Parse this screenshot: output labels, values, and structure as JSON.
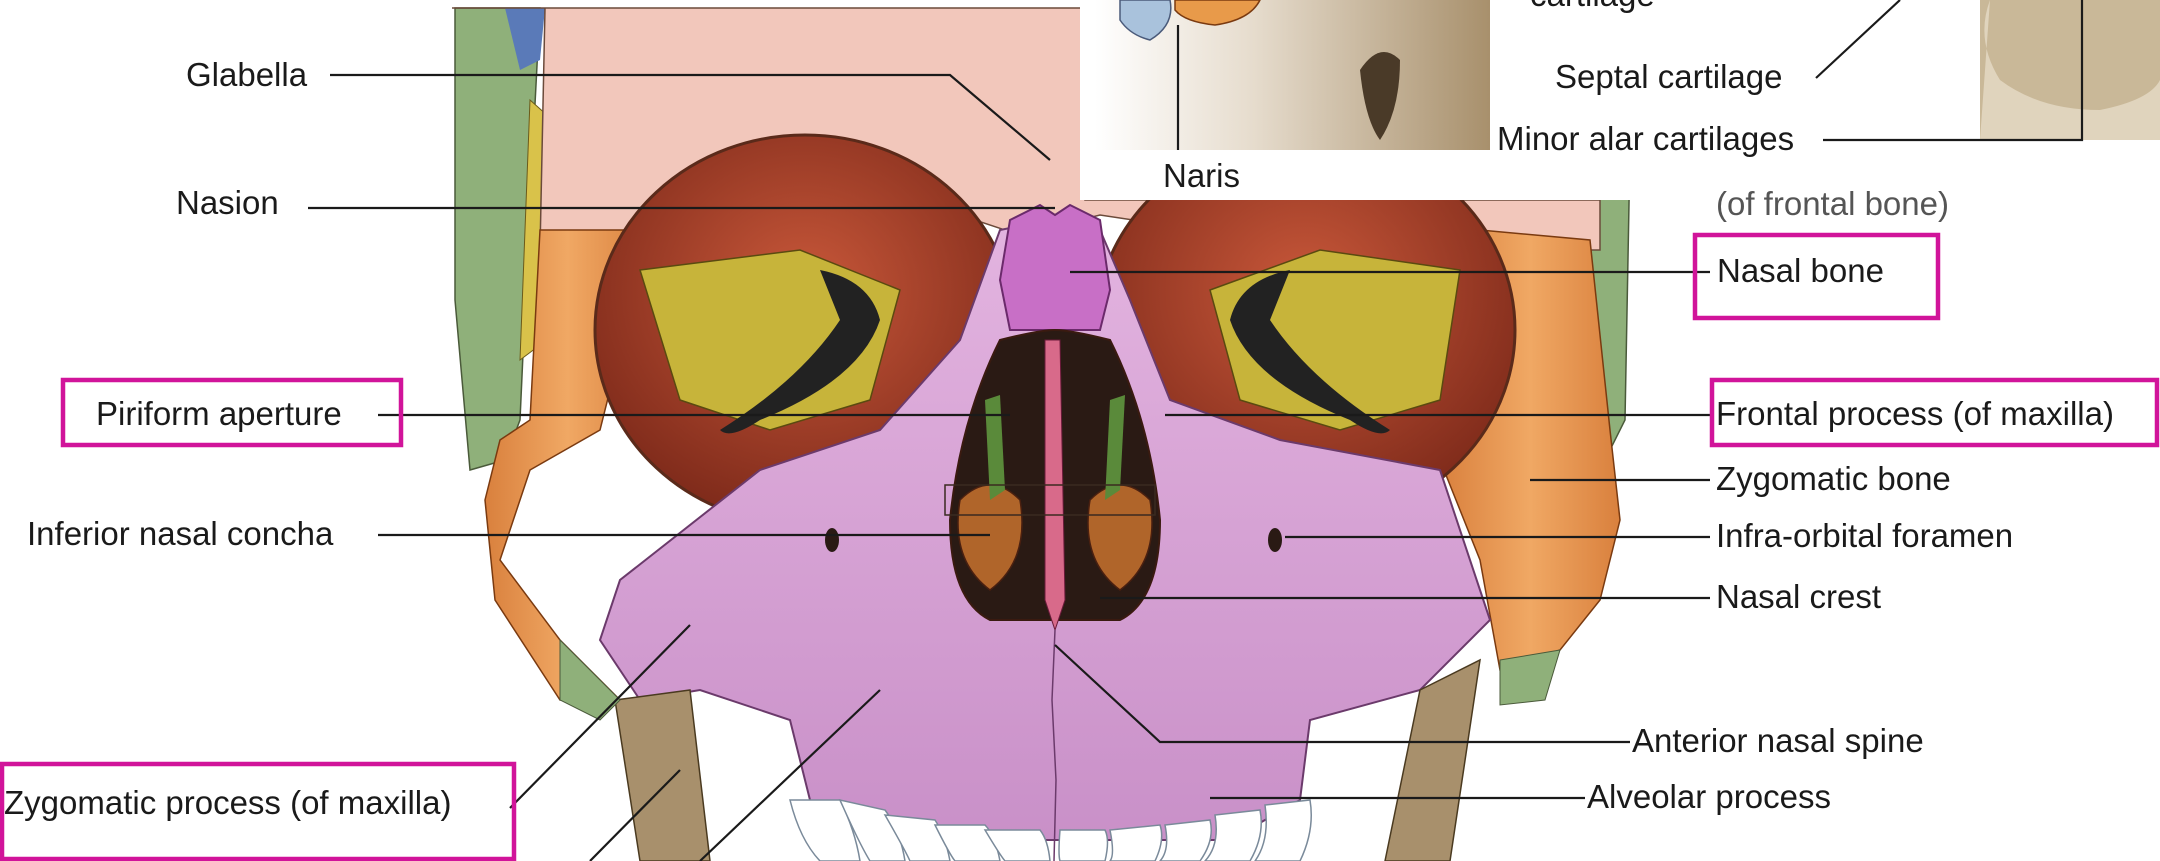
{
  "labels": {
    "glabella": "Glabella",
    "nasion": "Nasion",
    "piriform_aperture": "Piriform aperture",
    "inferior_nasal_concha": "Inferior nasal concha",
    "zygomatic_process": "Zygomatic process (of maxilla)",
    "nasal_bone": "Nasal bone",
    "frontal_process": "Frontal process (of maxilla)",
    "zygomatic_bone": "Zygomatic bone",
    "infra_orbital_foramen": "Infra-orbital foramen",
    "nasal_crest": "Nasal crest",
    "anterior_nasal_spine": "Anterior nasal spine",
    "alveolar_process": "Alveolar process",
    "of_frontal_bone_partial": "(of frontal bone)"
  },
  "inset": {
    "cartilage_partial": "cartilage",
    "septal_cartilage": "Septal cartilage",
    "minor_alar_cartilages": "Minor alar cartilages",
    "naris": "Naris"
  },
  "colors": {
    "highlight": "#d1149a",
    "maxilla": "#d9a3d6",
    "nasal_bone": "#c86fc6",
    "frontal_bone": "#f2c7bb",
    "zygomatic": "#e8964a",
    "orbit_yellow": "#c7b43a",
    "green": "#8fb07a"
  }
}
